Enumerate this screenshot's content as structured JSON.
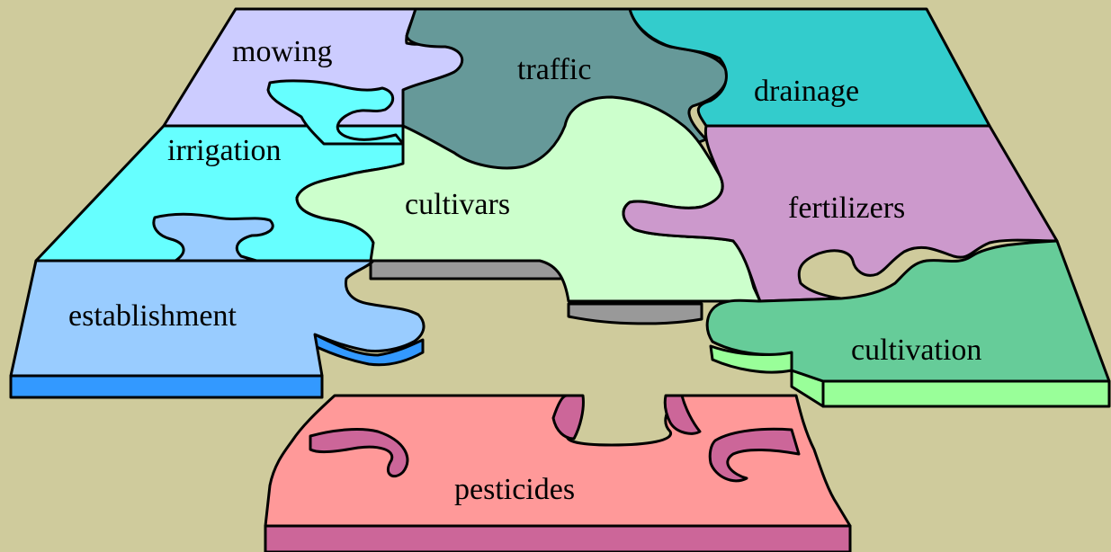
{
  "diagram": {
    "pieces": [
      {
        "id": "mowing",
        "label": "mowing",
        "color": "#ccccff"
      },
      {
        "id": "traffic",
        "label": "traffic",
        "color": "#669999"
      },
      {
        "id": "drainage",
        "label": "drainage",
        "color": "#33cccc"
      },
      {
        "id": "irrigation",
        "label": "irrigation",
        "color": "#66ffff"
      },
      {
        "id": "cultivars",
        "label": "cultivars",
        "color": "#ccffcc"
      },
      {
        "id": "fertilizers",
        "label": "fertilizers",
        "color": "#cc99cc"
      },
      {
        "id": "establishment",
        "label": "establishment",
        "color": "#99ccff"
      },
      {
        "id": "cultivation",
        "label": "cultivation",
        "color": "#66cc99"
      },
      {
        "id": "pesticides",
        "label": "pesticides",
        "color": "#ff9999"
      }
    ],
    "colors": {
      "background": "#cfcb9c",
      "establishment_edge": "#3399ff",
      "cultivation_edge": "#99ff99",
      "cultivars_edge": "#999999",
      "pesticides_edge": "#cc6699"
    }
  }
}
